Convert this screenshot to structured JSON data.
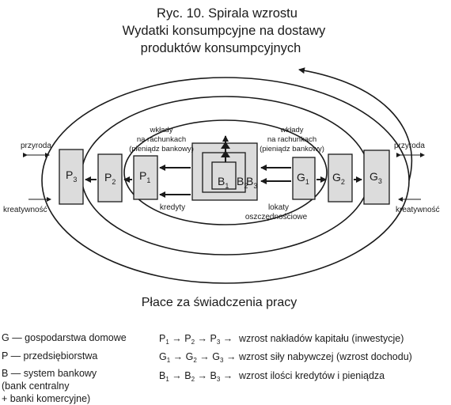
{
  "figure": {
    "title_line1": "Ryc. 10. Spirala wzrostu",
    "title_line2": "Wydatki konsumpcyjne na dostawy",
    "title_line3": "produktów konsumpcyjnych",
    "bottom_caption": "Płace za świadczenia pracy"
  },
  "boxes": {
    "P": "P",
    "G": "G",
    "B": "B",
    "sub1": "1",
    "sub2": "2",
    "sub3": "3"
  },
  "labels": {
    "deposits_left_1": "wkłady",
    "deposits_left_2": "na rachunkach",
    "deposits_left_3": "(pieniądz bankowy)",
    "deposits_right_1": "wkłady",
    "deposits_right_2": "na rachunkach",
    "deposits_right_3": "(pieniądz bankowy)",
    "credits": "kredyty",
    "savings_1": "lokaty",
    "savings_2": "oszczędnościowe",
    "nature_left": "przyroda",
    "nature_right": "przyroda",
    "creativity_left": "kreatywność",
    "creativity_right": "kreatywność"
  },
  "legend": {
    "g_line": "G — gospodarstwa domowe",
    "p_line": "P — przedsiębiorstwa",
    "b_line1": "B — system bankowy",
    "b_line2": "(bank centralny",
    "b_line3": "+ banki komercyjne)",
    "seq_p_desc": "wzrost nakładów kapitału (inwestycje)",
    "seq_g_desc": "wzrost siły nabywczej (wzrost dochodu)",
    "seq_b_desc": "wzrost ilości kredytów i pieniądza"
  },
  "colors": {
    "box_fill": "#dcdcdc",
    "line": "#1a1a1a"
  }
}
